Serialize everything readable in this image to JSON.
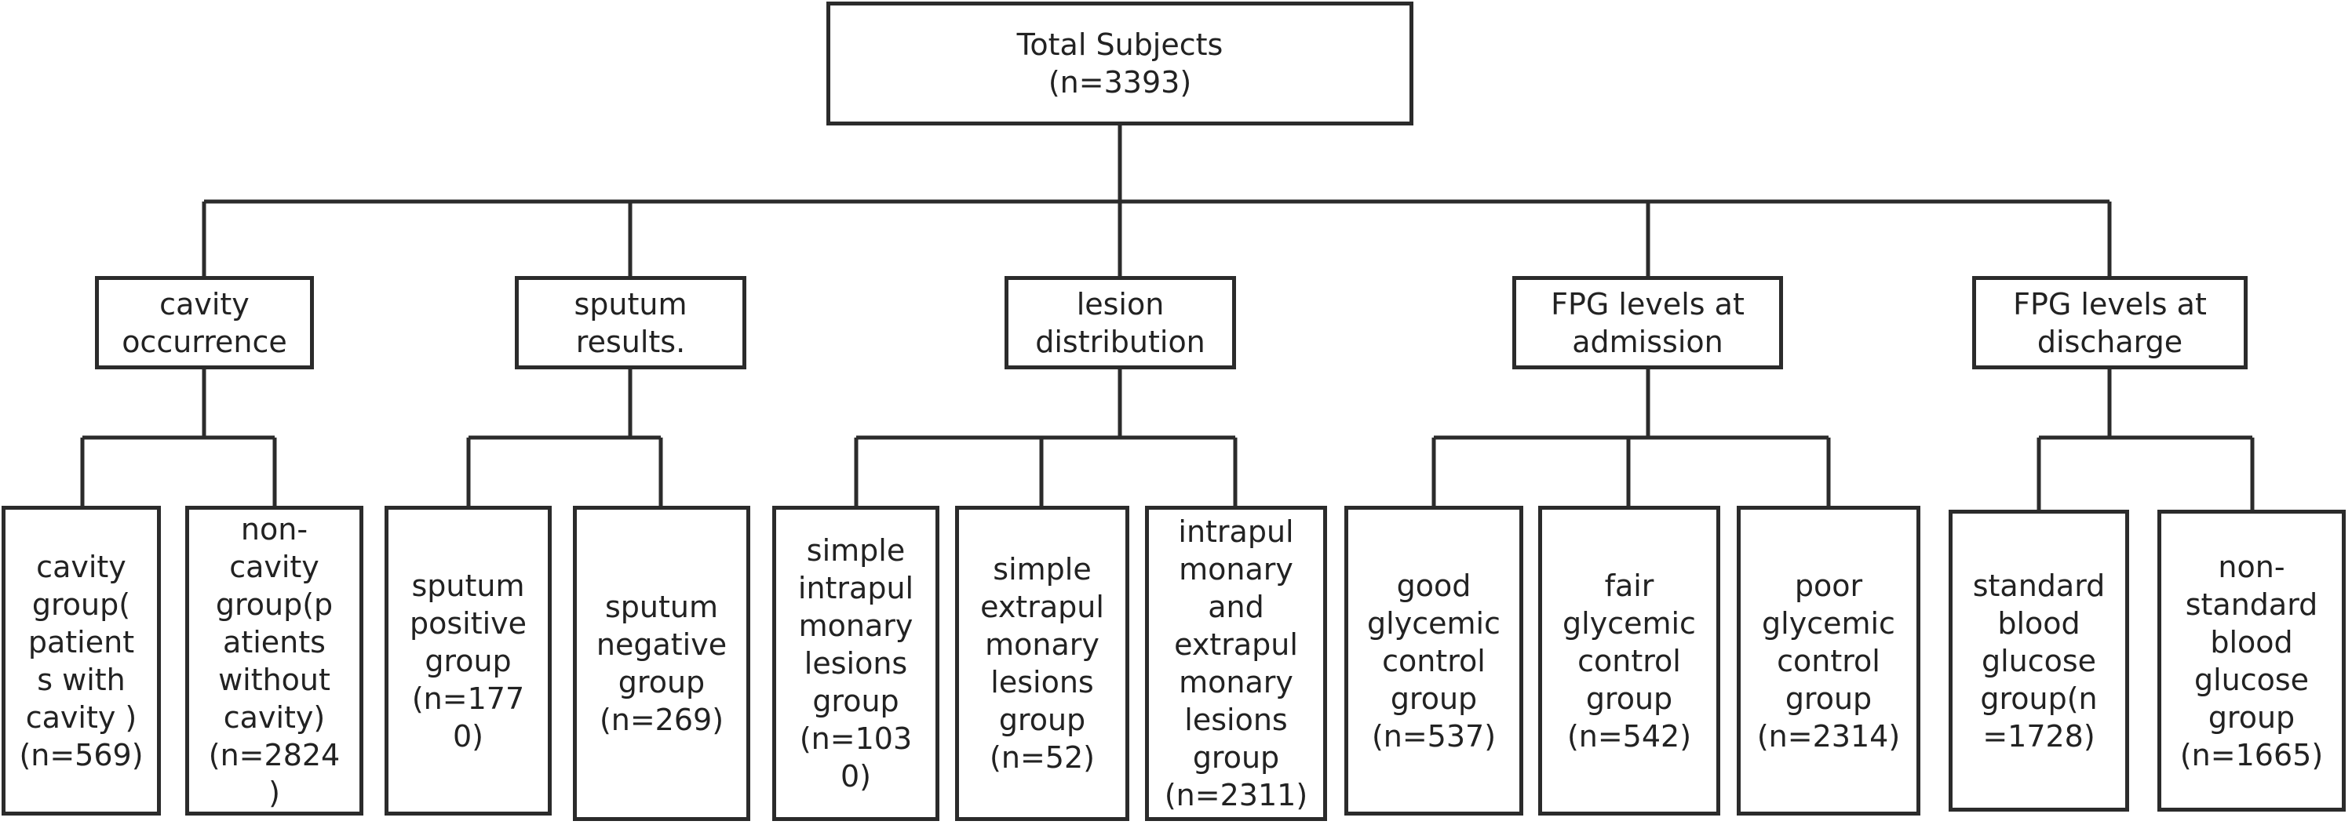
{
  "root": {
    "label": "Total Subjects\n(n=3393)"
  },
  "categories": [
    {
      "label": "cavity\noccurrence"
    },
    {
      "label": "sputum\nresults."
    },
    {
      "label": "lesion\ndistribution"
    },
    {
      "label": "FPG levels at\nadmission"
    },
    {
      "label": "FPG levels at\ndischarge"
    }
  ],
  "groups": [
    {
      "label": "cavity\ngroup(\npatient\ns with\ncavity )\n(n=569)"
    },
    {
      "label": "non-\ncavity\ngroup(p\natients\nwithout\ncavity)\n(n=2824\n)"
    },
    {
      "label": "sputum\npositive\ngroup\n(n=177\n0)"
    },
    {
      "label": "sputum\nnegative\ngroup\n(n=269)"
    },
    {
      "label": "simple\nintrapul\nmonary\nlesions\ngroup\n(n=103\n0)"
    },
    {
      "label": "simple\nextrapul\nmonary\nlesions\ngroup\n(n=52)"
    },
    {
      "label": "intrapul\nmonary\nand\nextrapul\nmonary\nlesions\ngroup\n(n=2311)"
    },
    {
      "label": "good\nglycemic\ncontrol\ngroup\n(n=537)"
    },
    {
      "label": "fair\nglycemic\ncontrol\ngroup\n(n=542)"
    },
    {
      "label": "poor\nglycemic\ncontrol\ngroup\n(n=2314)"
    },
    {
      "label": "standard\nblood\nglucose\ngroup(n\n=1728)"
    },
    {
      "label": "non-\nstandard\nblood\nglucose\ngroup\n(n=1665)"
    }
  ]
}
